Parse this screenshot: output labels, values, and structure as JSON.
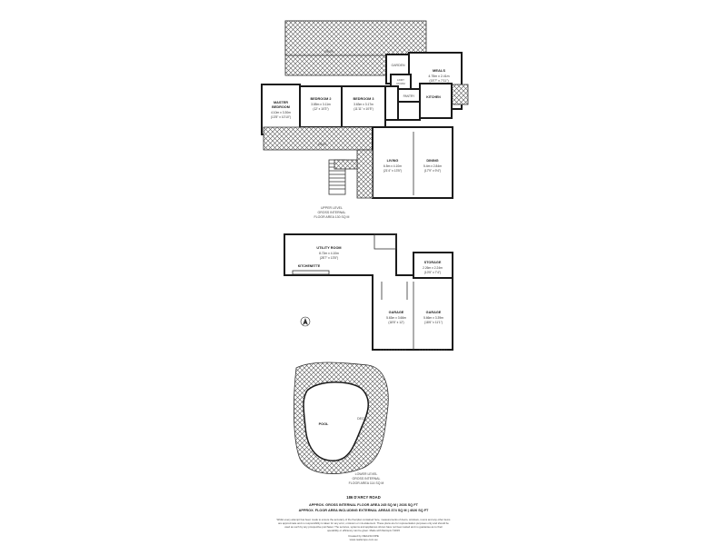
{
  "upper": {
    "deck_top_label": "DECK",
    "garden": "GARDEN",
    "meals": "MEALS",
    "meals_dim1": "4.75m x 2.41m",
    "meals_dim2": "(15'7\" x 7'11\")",
    "kitchen": "KITCHEN",
    "pantry": "PANTRY",
    "laundry": "LDRY",
    "laundry2": "ROOM",
    "master": "MASTER",
    "master2": "BEDROOM",
    "master_dim1": "4.10m x 3.30m",
    "master_dim2": "(13'5\" x 10'10\")",
    "bed2": "BEDROOM 2",
    "bed2_dim1": "3.85m x 3.11m",
    "bed2_dim2": "(12' x 10'3\")",
    "bed3": "BEDROOM 3",
    "bed3_dim1": "3.63m x 3.17m",
    "bed3_dim2": "(11'11\" x 10'5\")",
    "deck_mid_label": "DECK",
    "living": "LIVING",
    "living_dim1": "6.5m x 4.10m",
    "living_dim2": "(21'4\" x 13'5\")",
    "dining": "DINING",
    "dining_dim1": "5.4m x 2.84m",
    "dining_dim2": "(17'9\" x 9'4\")",
    "level1": "UPPER LEVEL",
    "level2": "GROSS INTERNAL",
    "level3": "FLOOR AREA 130 SQ M"
  },
  "lower": {
    "utility": "UTILITY ROOM",
    "utility_dim1": "8.72m x 4.10m",
    "utility_dim2": "(28'7\" x 13'5\")",
    "kitchenette": "KITCHENETTE",
    "storage": "STORAGE",
    "storage_dim1": "2.26m x 2.24m",
    "storage_dim2": "(10'5\" x 7'4\")",
    "garage1": "GARAGE",
    "garage1_dim1": "5.63m x 3.66m",
    "garage1_dim2": "(18'6\" x 12')",
    "garage2": "GARAGE",
    "garage2_dim1": "5.66m x 3.39m",
    "garage2_dim2": "(18'6\" x 11'1\")",
    "pool": "POOL",
    "deck": "DECK",
    "level1": "LOWER LEVEL",
    "level2": "GROSS INTERNAL",
    "level3": "FLOOR AREA 114 SQ M"
  },
  "footer": {
    "address": "186 D'ARCY ROAD",
    "area1": "APPROX. GROSS INTERNAL FLOOR AREA 245 SQ M | 2636 SQ FT",
    "area2": "APPROX. FLOOR AREA INCLUDING EXTERNAL AREAS 374 SQ M | 4026 SQ FT",
    "disclaimer1": "Whilst every attempt has been made to ensure the accuracy of the floorplan contained here, measurements of doors, windows, rooms and any other items",
    "disclaimer2": "are approximate and no responsibility is taken for any error, omission or mis-statement. These plans are for representation purposes only and should be",
    "disclaimer3": "used as such by any prospective purchaser. The services, systems and appliances shown have not been tested and no guarantee as to their",
    "disclaimer4": "operability or efficiency can be given. Made with Metropix ©2015",
    "credit1": "Created by REALSCOPE",
    "credit2": "www.realscope.com.au"
  }
}
